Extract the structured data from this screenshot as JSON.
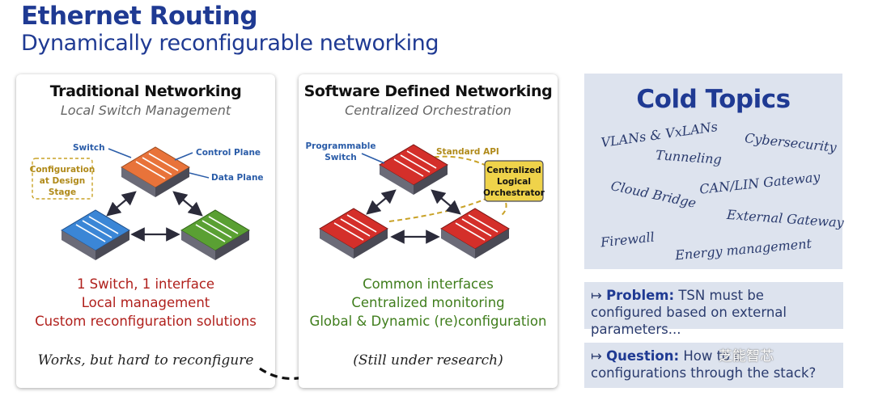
{
  "header": {
    "title": "Ethernet Routing",
    "subtitle": "Dynamically reconfigurable networking"
  },
  "left_panel": {
    "title": "Traditional Networking",
    "subtitle": "Local Switch Management",
    "labels": {
      "switch": "Switch",
      "control_plane": "Control Plane",
      "data_plane": "Data Plane",
      "config": [
        "Configuration",
        "at Design",
        "Stage"
      ]
    },
    "bullets": [
      "1 Switch, 1 interface",
      "Local management",
      "Custom reconfiguration solutions"
    ],
    "note": "Works, but hard to reconfigure"
  },
  "right_panel": {
    "title": "Software Defined Networking",
    "subtitle": "Centralized Orchestration",
    "labels": {
      "programmable": [
        "Programmable",
        "Switch"
      ],
      "standard_api": "Standard API",
      "orchestrator": [
        "Centralized",
        "Logical",
        "Orchestrator"
      ]
    },
    "bullets": [
      "Common interfaces",
      "Centralized monitoring",
      "Global  & Dynamic (re)configuration"
    ],
    "note": "(Still under research)"
  },
  "cold_topics": {
    "title": "Cold Topics",
    "topics": [
      "VLANs & VxLANs",
      "Cybersecurity",
      "Tunneling",
      "CAN/LIN Gateway",
      "Cloud Bridge",
      "External Gateway",
      "Firewall",
      "Energy management"
    ]
  },
  "problem": {
    "label": "Problem:",
    "text": "TSN must be configured based on external parameters..."
  },
  "question": {
    "label": "Question:",
    "text_start": "How to c",
    "text_end": "configurations through the stack?"
  },
  "watermark": "芝能智芯",
  "colors": {
    "brand": "#1f3a93",
    "orange": "#e8733a",
    "blue": "#3b86d6",
    "green": "#5aa033",
    "red": "#d42f2a",
    "api_gold": "#c9a227",
    "panel_bg": "#dde3ee"
  }
}
